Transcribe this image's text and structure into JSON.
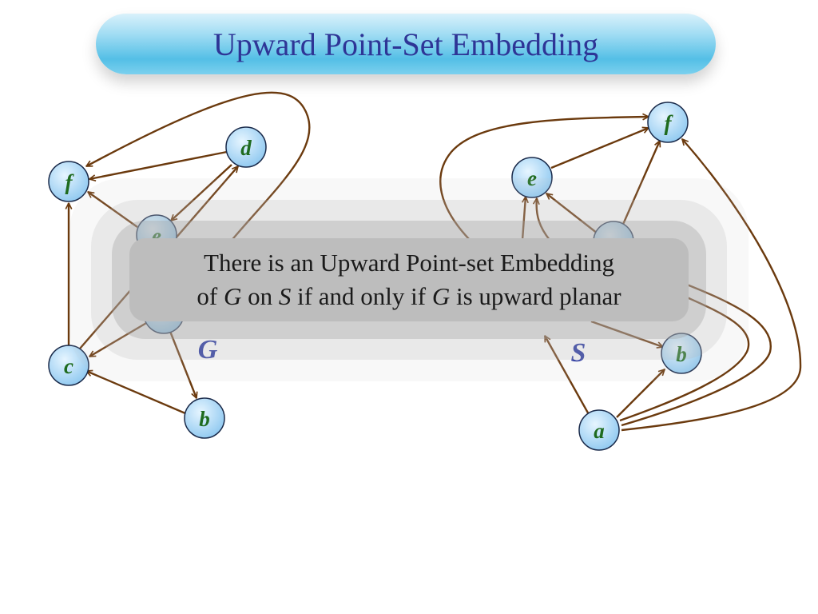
{
  "title": "Upward Point-Set Embedding",
  "graph_g": {
    "label": "G",
    "nodes": [
      {
        "id": "f",
        "label": "f"
      },
      {
        "id": "d",
        "label": "d"
      },
      {
        "id": "e",
        "label": "e"
      },
      {
        "id": "c",
        "label": "c"
      },
      {
        "id": "b",
        "label": "b"
      }
    ]
  },
  "point_set_s": {
    "label": "S",
    "nodes": [
      {
        "id": "f",
        "label": "f"
      },
      {
        "id": "e",
        "label": "e"
      },
      {
        "id": "b",
        "label": "b"
      },
      {
        "id": "a",
        "label": "a"
      }
    ]
  },
  "callout": {
    "line1": "There is an Upward Point-set Embedding",
    "line2_part1": "of",
    "line2_G1": "G",
    "line2_part2": "on",
    "line2_S": "S",
    "line2_part3": "if and only if",
    "line2_G2": "G",
    "line2_part4": "is upward planar"
  },
  "colors": {
    "edge": "#6b3a0e",
    "node_fill": "#a9d7f5",
    "node_stroke": "#1a2a4a",
    "node_label": "#1f6b1f",
    "graph_name": "#2433a0",
    "title_text": "#2e3596"
  }
}
